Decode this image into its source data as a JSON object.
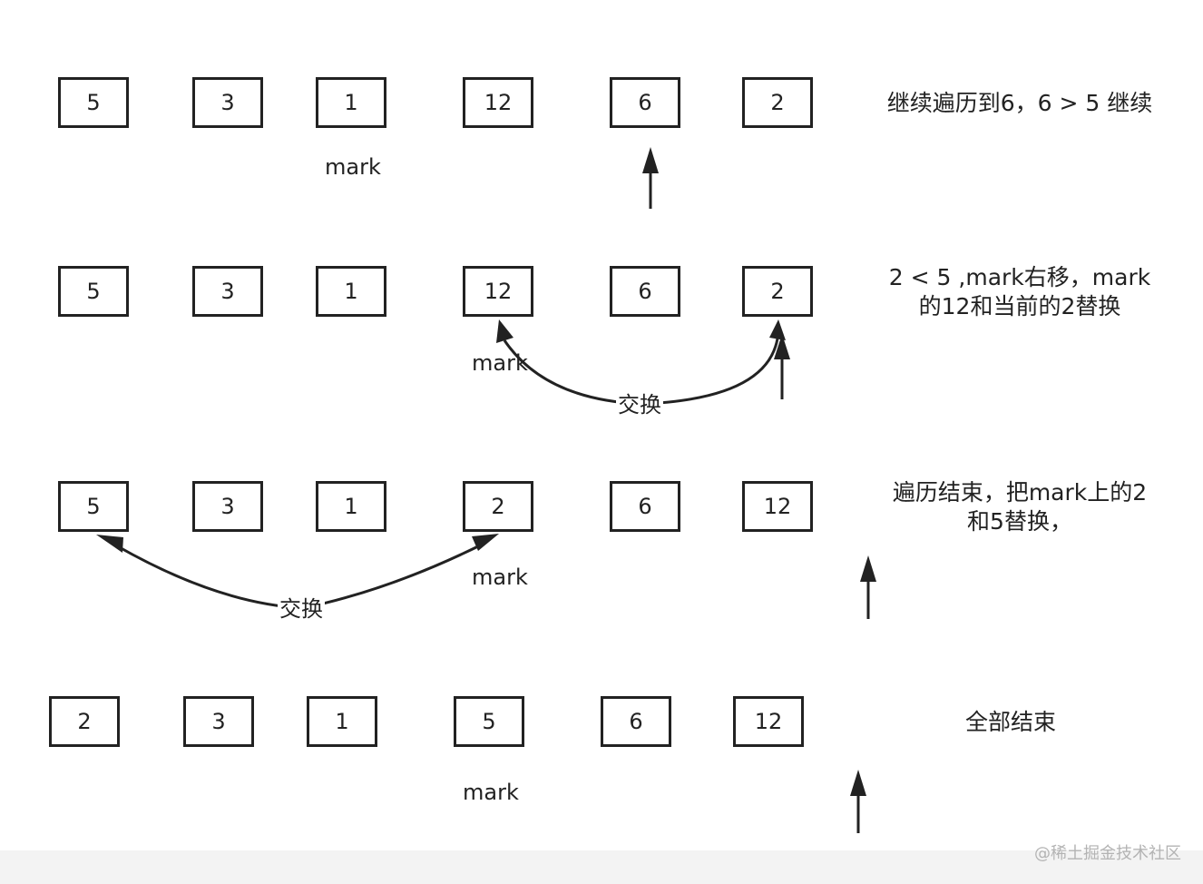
{
  "rows": [
    {
      "values": [
        "5",
        "3",
        "1",
        "12",
        "6",
        "2"
      ],
      "mark_label": "mark",
      "note_lines": [
        "继续遍历到6，6 > 5 继续"
      ]
    },
    {
      "values": [
        "5",
        "3",
        "1",
        "12",
        "6",
        "2"
      ],
      "mark_label": "mark",
      "note_lines": [
        "2 < 5 ,mark右移，mark",
        "的12和当前的2替换"
      ],
      "swap_label": "交换"
    },
    {
      "values": [
        "5",
        "3",
        "1",
        "2",
        "6",
        "12"
      ],
      "mark_label": "mark",
      "note_lines": [
        "遍历结束，把mark上的2",
        "和5替换，"
      ],
      "swap_label": "交换"
    },
    {
      "values": [
        "2",
        "3",
        "1",
        "5",
        "6",
        "12"
      ],
      "mark_label": "mark",
      "note_lines": [
        "全部结束"
      ]
    }
  ],
  "watermark": "@稀土掘金技术社区",
  "colors": {
    "stroke": "#222222",
    "background": "#ffffff",
    "footer": "#f3f3f3",
    "watermark": "#b3b3b3"
  }
}
